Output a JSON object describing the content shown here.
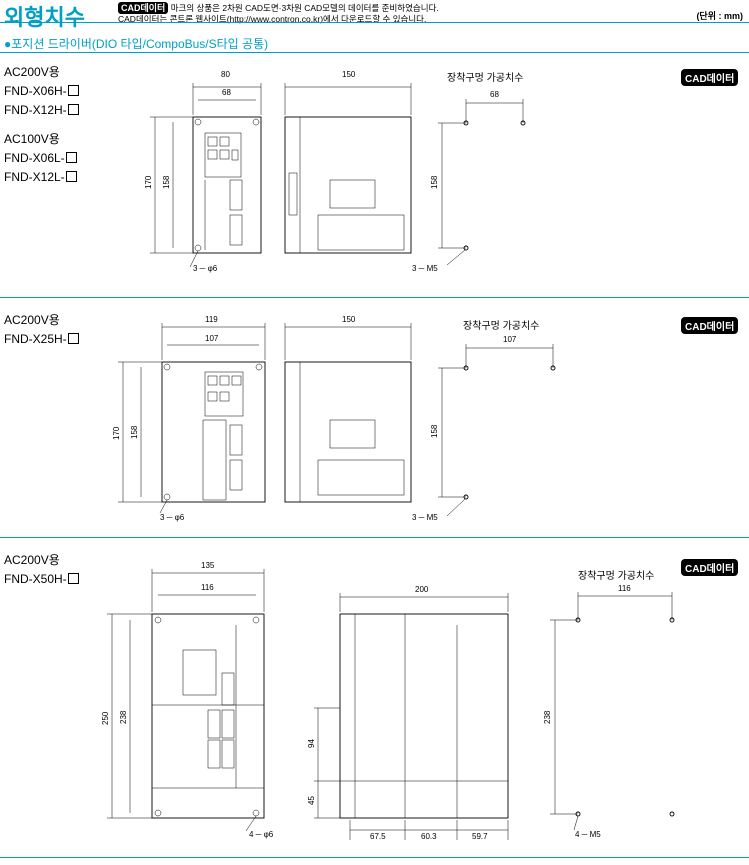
{
  "header": {
    "title": "외형치수",
    "badge": "CAD데이터",
    "note_line1": "마크의 상품은 2차원 CAD도면·3차원 CAD모델의 데이터를 준비하였습니다.",
    "note_line2": "CAD데이터는 콘트론 웹사이트(http://www.contron.co.kr)에서 다운로드할 수 있습니다.",
    "unit": "(단위 : mm)"
  },
  "subtitle": "●포지션 드라이버(DIO 타입/CompoBus/S타입 공통)",
  "sections": [
    {
      "models": [
        "AC200V용",
        "FND-X06H-",
        "FND-X12H-",
        "AC100V용",
        "FND-X06L-",
        "FND-X12L-"
      ],
      "cad_label": "CAD데이터",
      "mount_title": "장착구멍 가공치수",
      "dims": {
        "w_outer": "80",
        "w_inner": "68",
        "depth": "150",
        "h_outer": "170",
        "h_inner": "158",
        "hole": "3 ─ φ6",
        "mount_w": "68",
        "mount_h": "158",
        "mount_hole": "3 ─ M5"
      }
    },
    {
      "models": [
        "AC200V용",
        "FND-X25H-"
      ],
      "cad_label": "CAD데이터",
      "mount_title": "장착구멍 가공치수",
      "dims": {
        "w_outer": "119",
        "w_inner": "107",
        "depth": "150",
        "h_outer": "170",
        "h_inner": "158",
        "hole": "3 ─ φ6",
        "mount_w": "107",
        "mount_h": "158",
        "mount_hole": "3 ─ M5"
      }
    },
    {
      "models": [
        "AC200V용",
        "FND-X50H-"
      ],
      "cad_label": "CAD데이터",
      "mount_title": "장착구멍 가공치수",
      "dims": {
        "w_outer": "135",
        "w_inner": "116",
        "depth": "200",
        "h_outer": "250",
        "h_inner": "238",
        "hole": "4 ─ φ6",
        "mount_w": "116",
        "mount_h": "238",
        "mount_hole": "4 ─ M5",
        "side_94": "94",
        "side_45": "45",
        "d1": "67.5",
        "d2": "60.3",
        "d3": "59.7"
      }
    }
  ]
}
